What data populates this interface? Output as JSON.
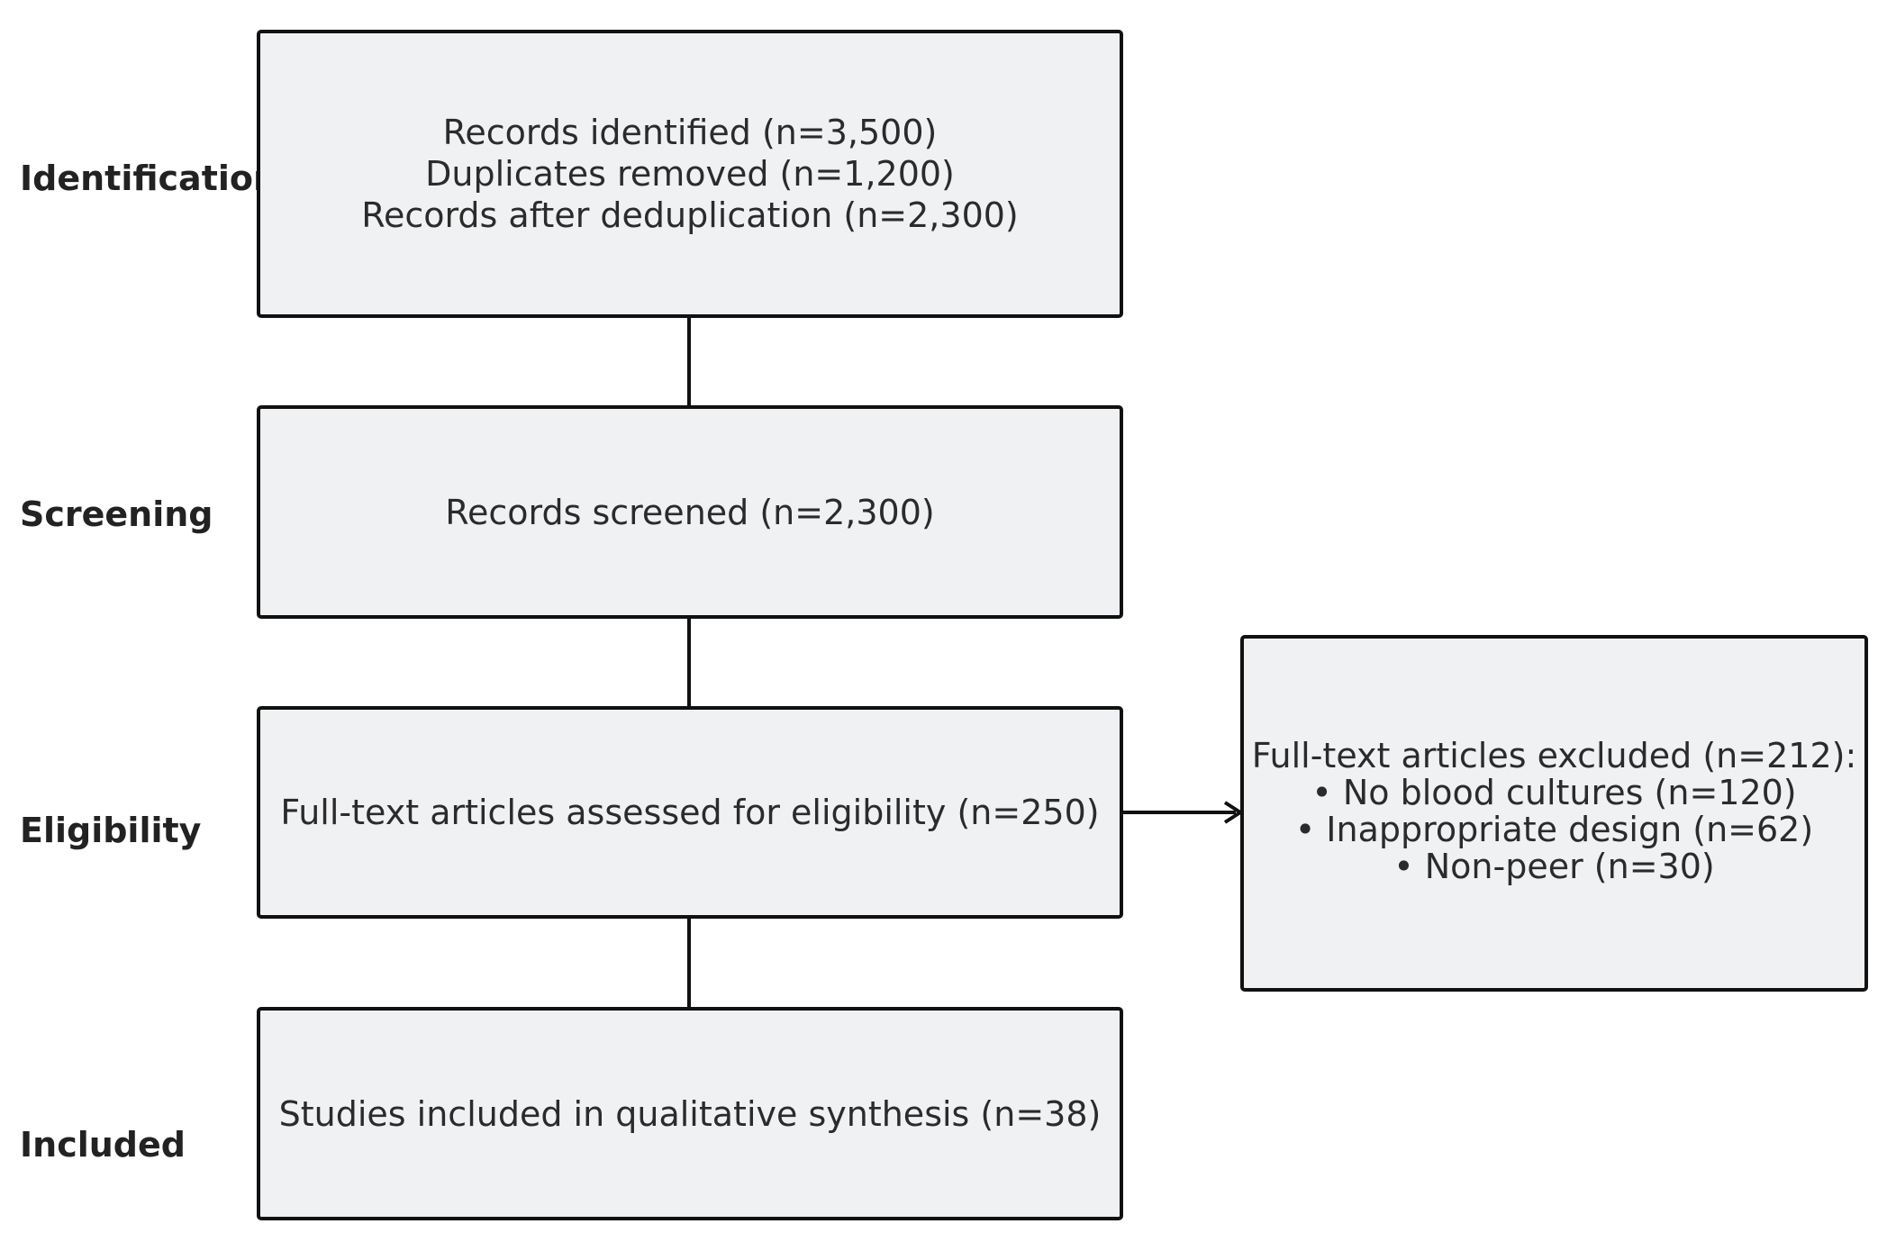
{
  "stages": {
    "identification": "Identification",
    "screening": "Screening",
    "eligibility": "Eligibility",
    "included": "Included"
  },
  "boxes": {
    "identification": {
      "lines": [
        "Records identified (n=3,500)",
        "Duplicates removed (n=1,200)",
        "Records after deduplication (n=2,300)"
      ]
    },
    "screening": {
      "lines": [
        "Records screened (n=2,300)"
      ]
    },
    "eligibility": {
      "lines": [
        "Full-text articles assessed for eligibility (n=250)"
      ]
    },
    "included": {
      "lines": [
        "Studies included in qualitative synthesis (n=38)"
      ]
    },
    "excluded": {
      "lines": [
        "Full-text articles excluded (n=212):",
        "• No blood cultures (n=120)",
        "• Inappropriate design (n=62)",
        "• Non-peer (n=30)"
      ]
    }
  },
  "colors": {
    "box_fill": "#f0f1f3",
    "border": "#111111",
    "text": "#2b2b2b"
  }
}
